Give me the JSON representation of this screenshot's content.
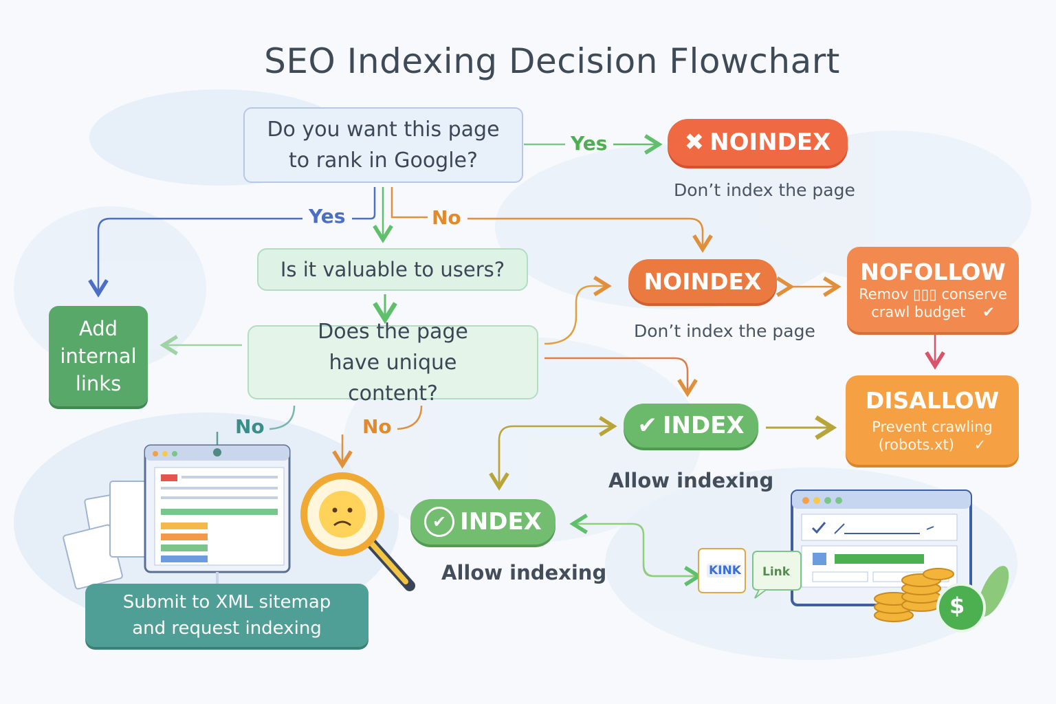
{
  "title": "SEO Indexing Decision Flowchart",
  "nodes": {
    "question_rank": "Do you want this page to rank in Google?",
    "question_valuable": "Is it valuable to users?",
    "question_unique": "Does the page have unique content?",
    "noindex_top": {
      "label": "NOINDEX",
      "caption": "Don’t index the page"
    },
    "noindex_mid": {
      "label": "NOINDEX",
      "caption": "Don’t index the page"
    },
    "nofollow": {
      "label": "NOFOLLOW",
      "sub_line1": "Remov ▯▯▯ conserve",
      "sub_line2": "crawl budget"
    },
    "disallow": {
      "label": "DISALLOW",
      "sub_line1": "Prevent crawling",
      "sub_line2": "(robots.xt)"
    },
    "index_mid": {
      "label": "INDEX",
      "caption": "Allow indexing"
    },
    "index_low": {
      "label": "INDEX",
      "caption": "Allow indexing"
    },
    "add_internal_links": "Add internal links",
    "submit_sitemap_line1": "Submit to XML sitemap",
    "submit_sitemap_line2": "and request indexing"
  },
  "edge_labels": {
    "yes_top": "Yes",
    "yes_left": "Yes",
    "no_right": "No",
    "no_left": "No",
    "no_mid": "No"
  },
  "illustrations": {
    "link_badge_1": "KINK",
    "link_badge_2": "Link"
  },
  "colors": {
    "noindex_red": "#ef6a43",
    "noindex_orange": "#ea7a3f",
    "nofollow_orange": "#f28a4f",
    "disallow_orange": "#f5a043",
    "index_green": "#6bb96b",
    "add_links_green": "#58a86a",
    "submit_teal": "#4f9f96"
  }
}
